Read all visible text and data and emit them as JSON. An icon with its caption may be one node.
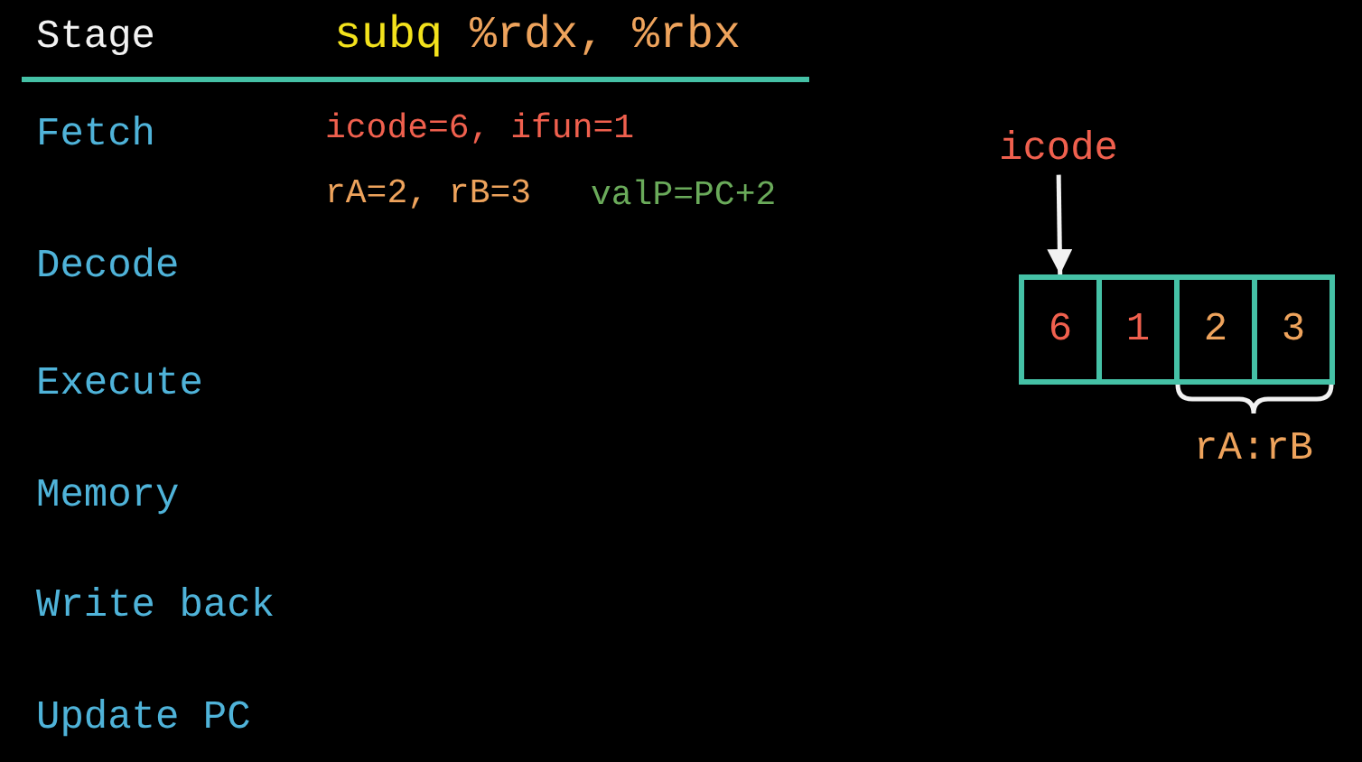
{
  "diagram": {
    "nodes": [
      {
        "text": [
          "icode"
        ]
      },
      {
        "text": [
          "6"
        ]
      },
      {
        "text": [
          "1"
        ]
      },
      {
        "text": [
          "2"
        ]
      },
      {
        "text": [
          "3"
        ]
      }
    ],
    "edges": [
      {
        "from": 0,
        "to": 1,
        "arrow": "to"
      }
    ],
    "labels": [
      "Stage",
      "subq %rdx, %rbx",
      "Fetch",
      "icode=6, ifun=1",
      "rA=2, rB=3",
      "valP=PC+2",
      "Decode",
      "Execute",
      "Memory",
      "Write back",
      "Update PC",
      "rA:rB"
    ]
  }
}
